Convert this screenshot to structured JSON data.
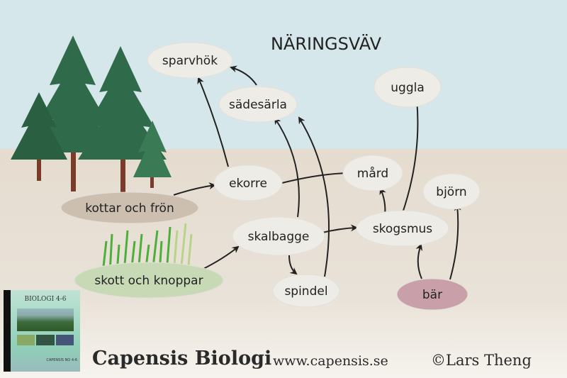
{
  "title": "NÄRINGSVÄV",
  "nodes": {
    "sparvhok": "sparvhök",
    "sadesarla": "sädesärla",
    "uggla": "uggla",
    "ekorre": "ekorre",
    "mard": "mård",
    "bjorn": "björn",
    "kottar": "kottar och frön",
    "skalbagge": "skalbagge",
    "skogsmus": "skogsmus",
    "skott": "skott och knoppar",
    "spindel": "spindel",
    "bar": "bär"
  },
  "links": [
    [
      "kottar",
      "ekorre"
    ],
    [
      "ekorre",
      "sparvhok"
    ],
    [
      "sadesarla",
      "sparvhok"
    ],
    [
      "ekorre",
      "mard"
    ],
    [
      "skott",
      "skalbagge"
    ],
    [
      "skalbagge",
      "skogsmus"
    ],
    [
      "skalbagge",
      "sadesarla"
    ],
    [
      "skalbagge",
      "spindel"
    ],
    [
      "spindel",
      "sadesarla"
    ],
    [
      "skogsmus",
      "mard"
    ],
    [
      "skogsmus",
      "uggla"
    ],
    [
      "bar",
      "skogsmus"
    ],
    [
      "bar",
      "bjorn"
    ]
  ],
  "colors": {
    "sky": "#d6e7ec",
    "ground": "#e6ddd0",
    "node": "#eeece6",
    "kottar": "#cdbfb0",
    "skott": "#c8d9b5",
    "bar": "#c9a0aa"
  },
  "book": {
    "title": "BIOLOGI 4-6",
    "series": "CAPENSIS NO 4-6"
  },
  "footer": {
    "brand": "Capensis Biologi",
    "url": "www.capensis.se",
    "copyright": "©Lars Theng"
  }
}
